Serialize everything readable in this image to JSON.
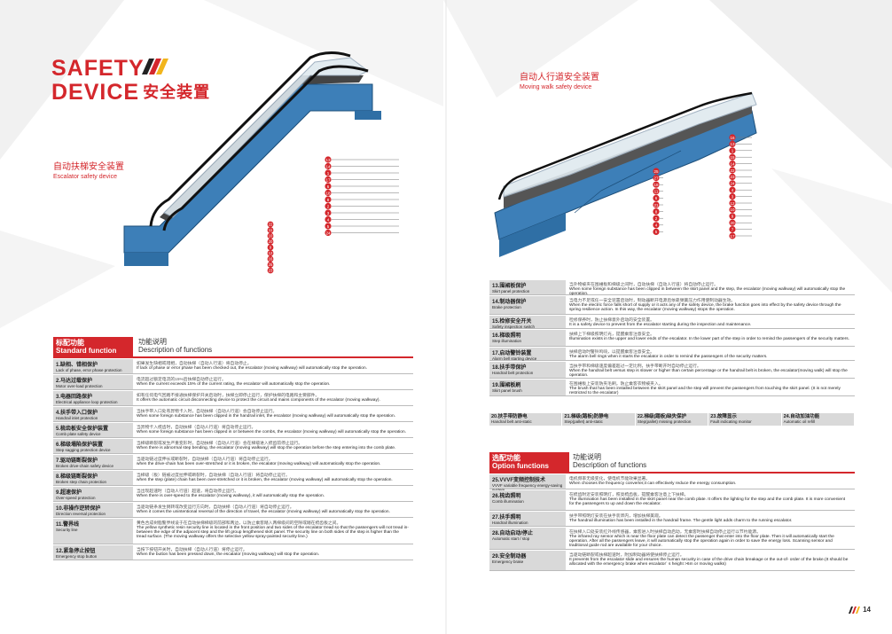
{
  "page": {
    "title_en_1": "SAFETY",
    "title_en_2": "DEVICE",
    "title_cn": "安全装置",
    "page_number": "14"
  },
  "escalator": {
    "cn": "自动扶梯安全装置",
    "en": "Escalator safety device",
    "callouts": [
      "13",
      "14",
      "1",
      "17",
      "6",
      "18",
      "8",
      "2",
      "3",
      "4",
      "5",
      "24",
      "22",
      "11",
      "10",
      "20",
      "9",
      "12",
      "16",
      "25",
      "23"
    ]
  },
  "walkway": {
    "cn": "自动人行道安全装置",
    "en": "Moving walk safety device",
    "callouts_left": [
      "25",
      "27",
      "18",
      "11",
      "6",
      "21",
      "8",
      "2",
      "4",
      "5"
    ],
    "callouts_right": [
      "16",
      "13",
      "1",
      "15",
      "14",
      "22",
      "23",
      "24",
      "4",
      "3",
      "12",
      "10",
      "9",
      "20",
      "7",
      "17"
    ]
  },
  "standard": {
    "header_cn": "标配功能",
    "header_en": "Standard function",
    "col_cn": "功能说明",
    "col_en": "Description of functions",
    "rows": [
      {
        "cn": "1.缺相、错相保护",
        "en": "Lack of phase, error phase protection",
        "dcn": "如果发生缺相或错相，自动扶梯（自动人行道）将自动停止。",
        "den": "If lack of phase or error phase has been checked out, the escalator (moving walkway) will automatically stop the operation."
      },
      {
        "cn": "2.马达过载保护",
        "en": "Motor over-load protection",
        "dcn": "电流超过额定电流的15%后扶梯自动停止运行。",
        "den": "When the current exceeds 15% of the current rating, the escalator will automatically stop the operation."
      },
      {
        "cn": "3.电器回路保护",
        "en": "Electrical appliance loop protection",
        "dcn": "如有任何电气回路不接通扶梯保护开关启动时，扶梯立即停止运行，保护扶梯的电路和主要部件。",
        "den": "It offers the automatic circuit disconnecting device to protect the circuit and mains components of the escalator (moving walkway)."
      },
      {
        "cn": "4.扶手带入口保护",
        "en": "Handrail inlet protection",
        "dcn": "当扶手带入口处有异物卡入时，自动扶梯（自动人行道）会自动停止运行。",
        "den": "When some foreign substance has been clipped in the handrail inlet, the escalator (moving walkway) will automatically stop the operation."
      },
      {
        "cn": "5.梳齿板安全保护装置",
        "en": "Comb plate safety device",
        "dcn": "当异物卡入梳齿时，自动扶梯（自动人行道）将自动停止运行。",
        "den": "When some foreign substance has been clipped in or between the combs, the escalator (moving walkway) will automatically stop the operation."
      },
      {
        "cn": "6.梯级塌陷保护装置",
        "en": "Step sagging protection device",
        "dcn": "当梯级断裂或发生严重变形时，自动扶梯（自动人行道）会在梯级进入梳齿前停止运行。",
        "den": "When there is abnormal step bending, the escalator (moving walkway) will stop the operation before the step entering into the comb plate."
      },
      {
        "cn": "7.驱动链断裂保护",
        "en": "Broken drive-chain safety device",
        "dcn": "当驱动链过度伸长或断裂时，自动扶梯（自动人行道）将自动停止运行。",
        "den": "when the drive-chain has been over-stretched or it is broken, the escalator (moving walkway) will automatically stop the operation."
      },
      {
        "cn": "8.梯级链断裂保护",
        "en": "Broken step chain protection",
        "dcn": "当梯级（板）链被过度拉伸或断裂时，自动扶梯（自动人行道）将自动停止运行。",
        "den": "when the step (plate) chain has been over-stretched or it is broken, the escalator (moving walkway) will automatically stop the operation."
      },
      {
        "cn": "9.超速保护",
        "en": "Over-speed protection",
        "dcn": "当出现超速时（自动人行道）超速，将自动停止运行。",
        "den": "When there is over-speed to the escalator (moving walkway), it will automatically stop the operation."
      },
      {
        "cn": "10.非操作逆转保护",
        "en": "Direction reversal protection",
        "dcn": "当驱动链条发生倒转或改变运行方向时，自动扶梯（自动人行道）将自动停止运行。",
        "den": "When it comes the unintentional reversal of the direction of travel, the escalator (moving walkway) will automatically stop the operation."
      },
      {
        "cn": "11.警界线",
        "en": "Security line",
        "dcn": "黄色合成树脂警界线设于在自动扶梯梯级的前部和两边，以防止乘客踏入两梯级间的空隙或踏在梳齿板之间。",
        "den": "The yellow synthetic resin security line is located in the front position and two sides of the escalator tread so that the passengers will not tread in-between the edge of the adjacent step and the lift group lengthened skirt panel.  The security line on both sides of the step is higher than the tread surface. (The moving walkway offers the selective yellow spray-painted security line.)"
      },
      {
        "cn": "12.紧急停止按钮",
        "en": "Emergency stop button",
        "dcn": "当按下按钮开关时，自动扶梯（自动人行道）将停止运行。",
        "den": "When the button has been pressed down, the escalator (moving walkway) will stop the operation."
      }
    ]
  },
  "standard2": {
    "rows": [
      {
        "cn": "13.围裙板保护",
        "en": "Skirt panel protection",
        "dcn": "当外物被夹在围裙板和梯级之间时，自动扶梯（自动人行道）将自动停止运行。",
        "den": "When some foreign substance has been clipped in between the skirt panel and the step, the escalator (moving walkway) will automatically stop the operation."
      },
      {
        "cn": "14.制动器保护",
        "en": "Brake protection",
        "dcn": "当电力不足或任一安全装置启动时，制动器断开电源后依靠弹簧压力作用使制动器生效。",
        "den": "When the electric force falls short of supply or it acts any of the safety device, the brake function goes into effect by the safety device through the spring resilience action. In this way, the escalator (moving walkway) stops the operation."
      },
      {
        "cn": "15.检修安全开关",
        "en": "Safety inspection switch",
        "dcn": "检修保养时，防止扶梯意外启动的安全装置。",
        "den": "It is a safety device to prevent from the escalator starting during the inspection and maintenance."
      },
      {
        "cn": "16.梯级照明",
        "en": "Step illumination",
        "dcn": "扶梯上下梯级照明灯光，提醒乘客注意安全。",
        "den": "Illumination exists in the upper and lower ends of the escalator. In the lower part of the step in order to remind the passengers of the security matters."
      },
      {
        "cn": "17.启动警铃装置",
        "en": "Alarm bell starting device",
        "dcn": "扶梯启动时警铃鸣响，以提醒乘客注意安全。",
        "den": "The alarm bell rings when it starts the escalator in order to remind the passengers of the security matters."
      },
      {
        "cn": "18.扶手带保护",
        "en": "Handrail belt protection",
        "dcn": "当扶手带和梯级速度偏差超过一定比例，扶手带断开时自动停止运行。",
        "den": "When the handrail belt versus step is slower or higher than certain percentage or the handrail belt is broken, the escalator(moving walk) will stop the operation."
      },
      {
        "cn": "19.围裙板刷",
        "en": "Skirt panel brush",
        "dcn": "在围裙板上安装防夹毛刷，防止乘客衣物被夹入。",
        "den": "The brush that has been installed between the skirt panel and the step will prevent the passengers from touching the skirt panel. (It is not merely restricted to the escalator)"
      }
    ],
    "mini": [
      {
        "cn": "20.扶手带防静电",
        "en": "Handrail belt anti-static"
      },
      {
        "cn": "21.梯级(踏板)防静电",
        "en": "Step(pallet) anti-static"
      },
      {
        "cn": "22.梯级(踏板)缺失保护",
        "en": "Step(pallet) missing protection"
      },
      {
        "cn": "23.故障显示",
        "en": "Fault indicating monitor"
      },
      {
        "cn": "24.自动加油功能",
        "en": "Automatic oil refill"
      }
    ]
  },
  "option": {
    "header_cn": "选配功能",
    "header_en": "Option functions",
    "col_cn": "功能说明",
    "col_en": "Description of functions",
    "rows": [
      {
        "cn": "25.VVVF变频控制技术",
        "en": "VVVF variable frequency energy-saving system",
        "dcn": "电机频率无级变化，使电机节能效果显著。",
        "den": "When chooses the frequency converter,it can effectively reduce the energy consumption."
      },
      {
        "cn": "26.梳齿照明",
        "en": "Comb illumination",
        "dcn": "在梳齿附近安装照明灯，照亮梳齿板，提醒乘客注意上下扶梯。",
        "den": "The illumination has been installed in the skirt panel near the comb plate. It offers the lighting for the step and the comb plate. It is more convenient for the passengers to up and down the escalator."
      },
      {
        "cn": "27.扶手照明",
        "en": "Handrail illumination",
        "dcn": "扶手带照明灯安装在扶手装饰内，增加扶梯美观。",
        "den": "The handrail illumination has been installed in the handrail frame. The gentle light adds charm to the running escalator."
      },
      {
        "cn": "28.自动启动/停止",
        "en": "Automatic start / stop",
        "dcn": "在扶梯入口处安装红外线传感器，乘客进入时扶梯自动启动，无乘客时扶梯自动停止运行以节约能源。",
        "den": "The infrared ray sensor which is near the floor plate can detect the passenger that enter into the floor plate. Then it will automatically start the operation. After all the passengers leave, it will automatically stop the operation again in order to save the energy loss. Scanning sensor and traditional guide rod are available for your choice."
      },
      {
        "cn": "29.安全制动器",
        "en": "Emergency brake",
        "dcn": "当驱动链断裂或扶梯超速时，附加制动器将使扶梯停止运行。",
        "den": "It prevents from the escalator slide and ensures the human security in case of the drive chain breakage or the out-of- order of the brake.(It should be allocated with the emergency brake when escalator` s height >6m or moving walks)"
      }
    ]
  }
}
